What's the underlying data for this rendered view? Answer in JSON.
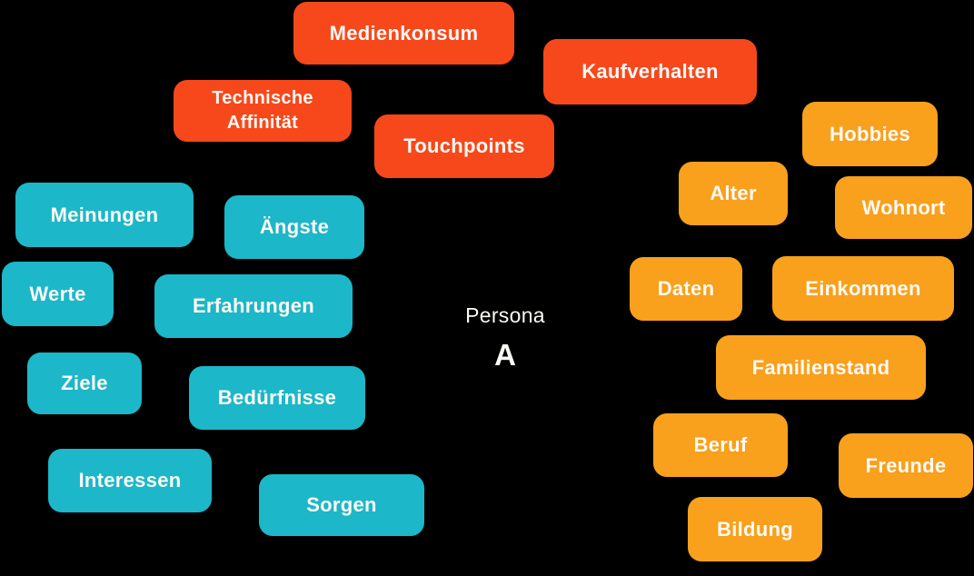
{
  "background_color": "#000000",
  "text_color": "#FCFAF6",
  "center": {
    "label": "Persona",
    "letter": "A"
  },
  "groups": {
    "red_group": {
      "color": "#F7481B",
      "items": [
        "Medienkonsum",
        "Kaufverhalten",
        "Technische Affinität",
        "Touchpoints"
      ]
    },
    "teal_group": {
      "color": "#1CB7C8",
      "items": [
        "Meinungen",
        "Ängste",
        "Werte",
        "Erfahrungen",
        "Ziele",
        "Bedürfnisse",
        "Interessen",
        "Sorgen"
      ]
    },
    "orange_group": {
      "color": "#F9A01C",
      "items": [
        "Hobbies",
        "Alter",
        "Wohnort",
        "Daten",
        "Einkommen",
        "Familienstand",
        "Beruf",
        "Freunde",
        "Bildung"
      ]
    }
  }
}
